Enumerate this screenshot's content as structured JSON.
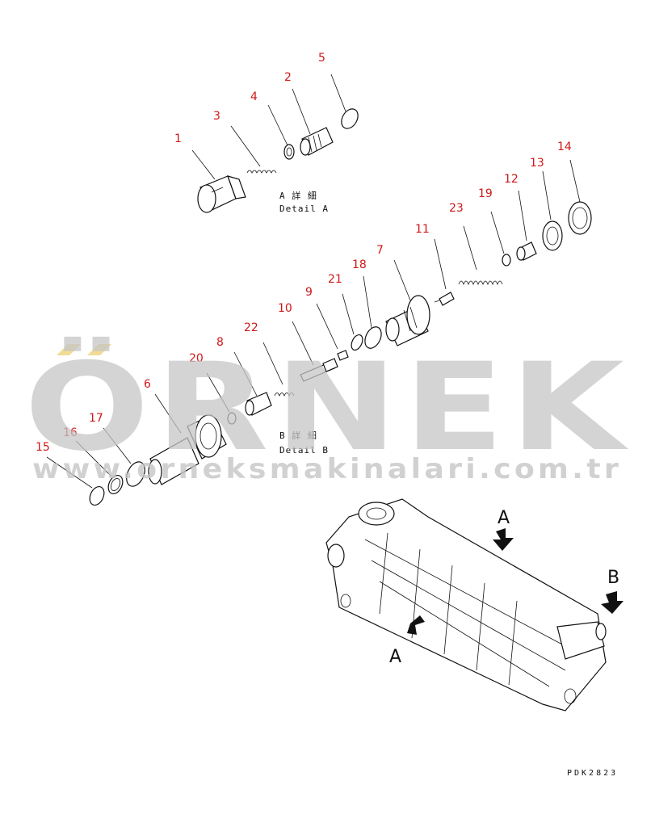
{
  "callouts": {
    "c1": "1",
    "c2": "2",
    "c3": "3",
    "c4": "4",
    "c5": "5",
    "c6": "6",
    "c7": "7",
    "c8": "8",
    "c9": "9",
    "c10": "10",
    "c11": "11",
    "c12": "12",
    "c13": "13",
    "c14": "14",
    "c15": "15",
    "c16": "16",
    "c17": "17",
    "c18": "18",
    "c19": "19",
    "c20": "20",
    "c21": "21",
    "c22": "22",
    "c23": "23"
  },
  "detail_a": {
    "line1": "A 詳 細",
    "line2": "Detail A"
  },
  "detail_b": {
    "line1": "B 詳 細",
    "line2": "Detail B"
  },
  "assembly": {
    "arrow_a_top": "A",
    "arrow_a_bottom": "A",
    "arrow_b": "B"
  },
  "watermark": {
    "title": "ÖRNEK",
    "url": "www.orneksmakinalari.com.tr"
  },
  "drawing_code": "PDK2823",
  "colors": {
    "callout": "#d01818",
    "line": "#111111",
    "watermark": "#c6c6c6",
    "watermark_accent": "#f1dc96"
  }
}
